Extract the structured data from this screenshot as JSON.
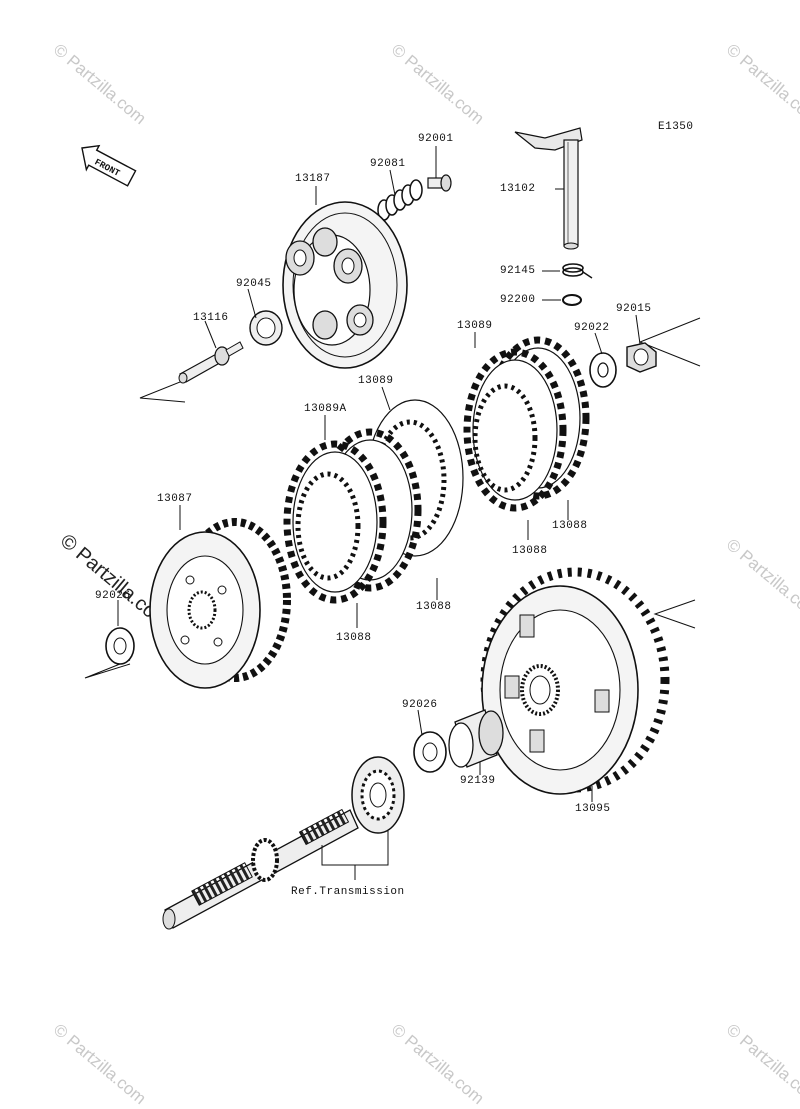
{
  "diagram": {
    "code": "E1350",
    "front_label": "FRONT",
    "watermark": "© Partzilla.com",
    "parts": {
      "p92001": "92001",
      "p92081": "92081",
      "p13187": "13187",
      "p13102": "13102",
      "p92045": "92045",
      "p13116": "13116",
      "p92145": "92145",
      "p92200": "92200",
      "p92022": "92022",
      "p92015": "92015",
      "p13089a_top": "13089",
      "p13089b_mid": "13089",
      "p13089A": "13089A",
      "p13087": "13087",
      "p92026_left": "92026",
      "p13088_r1": "13088",
      "p13088_r2": "13088",
      "p13088_c": "13088",
      "p13088_b": "13088",
      "p92026_mid": "92026",
      "p92139": "92139",
      "p13095": "13095"
    },
    "ref_label": "Ref.Transmission"
  }
}
